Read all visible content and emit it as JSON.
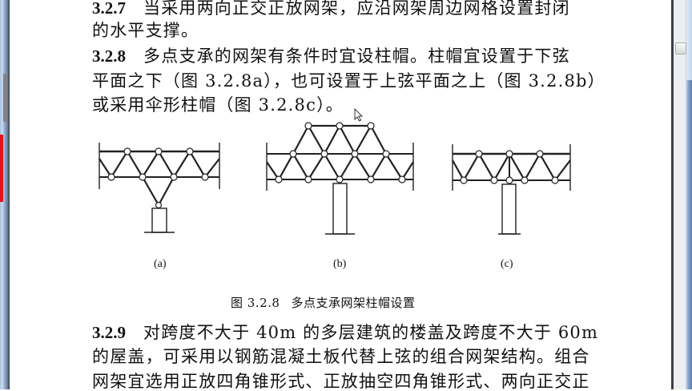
{
  "document": {
    "clause_327": {
      "number": "3.2.7",
      "line1": "当采用两向正交正放网架，应沿网架周边网格设置封闭",
      "line2": "的水平支撑。"
    },
    "clause_328": {
      "number": "3.2.8",
      "line1": "多点支承的网架有条件时宜设柱帽。柱帽宜设置于下弦",
      "line2": "平面之下（图 3.2.8a），也可设置于上弦平面之上（图 3.2.8b）",
      "line3": "或采用伞形柱帽（图 3.2.8c）。"
    },
    "figure": {
      "labels": [
        "(a)",
        "(b)",
        "(c)"
      ],
      "caption_number": "图 3.2.8",
      "caption_text": "多点支承网架柱帽设置"
    },
    "clause_329": {
      "number": "3.2.9",
      "line1": "对跨度不大于 40m 的多层建筑的楼盖及跨度不大于 60m",
      "line2": "的屋盖，可采用以钢筋混凝土板代替上弦的组合网架结构。组合",
      "line3": "网架宜选用正放四角锥形式、正放抽空四角锥形式、两向正交正"
    }
  },
  "colors": {
    "frame_blue": "#7f9cc4",
    "marker_red": "#e0121a",
    "text": "#111111"
  }
}
